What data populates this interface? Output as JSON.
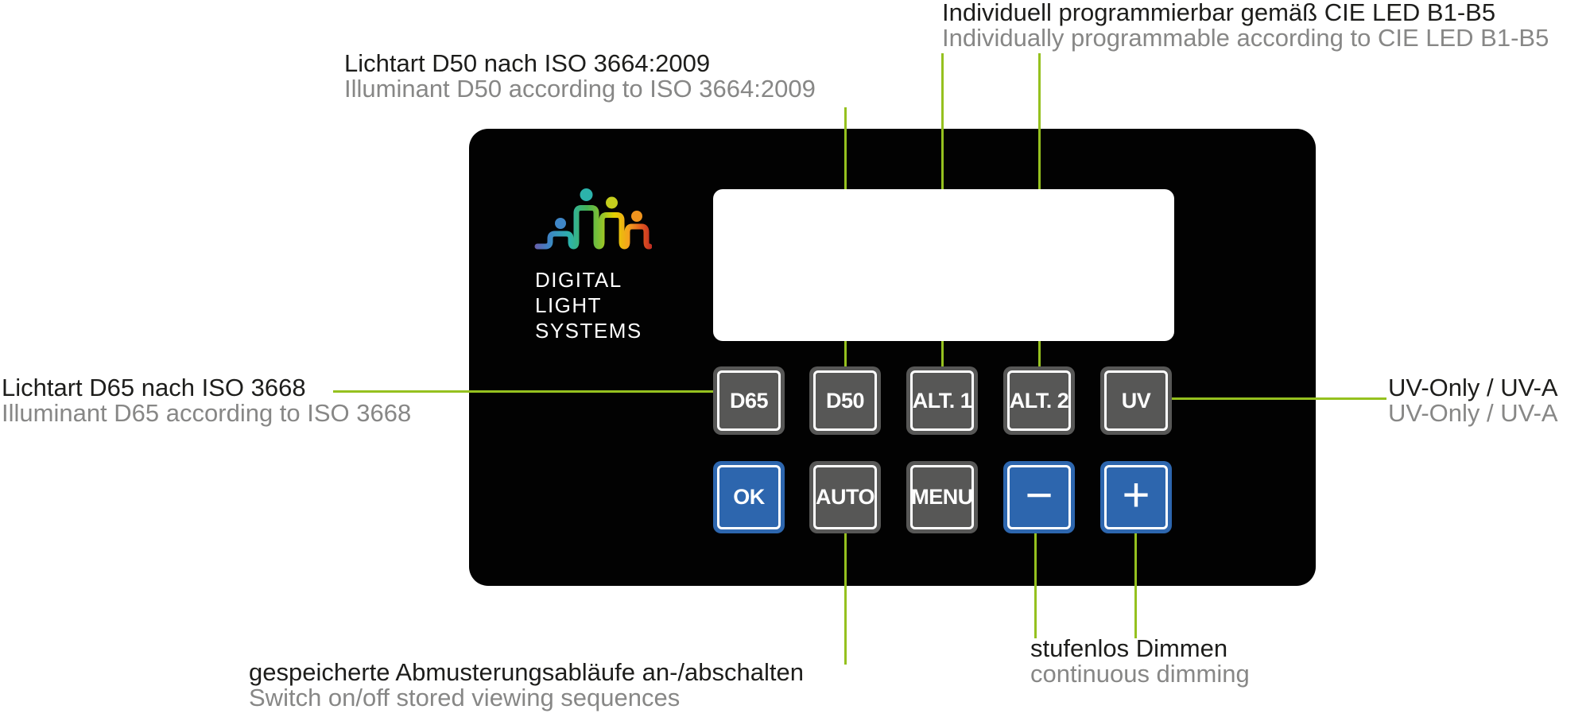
{
  "device": {
    "brand": [
      "DIGITAL",
      "LIGHT",
      "SYSTEMS"
    ],
    "rows": [
      {
        "buttons": [
          {
            "label": "D65",
            "style": "gray"
          },
          {
            "label": "D50",
            "style": "gray"
          },
          {
            "label": "ALT. 1",
            "style": "gray"
          },
          {
            "label": "ALT. 2",
            "style": "gray"
          },
          {
            "label": "UV",
            "style": "gray"
          }
        ]
      },
      {
        "buttons": [
          {
            "label": "OK",
            "style": "blue"
          },
          {
            "label": "AUTO",
            "style": "gray"
          },
          {
            "label": "MENU",
            "style": "gray"
          },
          {
            "label": "−",
            "style": "blue",
            "glyph": "minus"
          },
          {
            "label": "+",
            "style": "blue",
            "glyph": "plus"
          }
        ]
      }
    ]
  },
  "annotations": {
    "programmable": {
      "de": "Individuell programmierbar gemäß CIE LED B1-B5",
      "en": "Individually programmable according to CIE LED B1-B5"
    },
    "d50": {
      "de": "Lichtart D50 nach ISO 3664:2009",
      "en": "Illuminant D50 according to ISO 3664:2009"
    },
    "d65": {
      "de": "Lichtart D65 nach ISO 3668",
      "en": "Illuminant D65 according to ISO 3668"
    },
    "uv": {
      "de": "UV-Only / UV-A",
      "en": "UV-Only / UV-A"
    },
    "auto": {
      "de": "gespeicherte Abmusterungsabläufe an-/abschalten",
      "en": "Switch on/off stored viewing sequences"
    },
    "dimming": {
      "de": "stufenlos Dimmen",
      "en": "continuous dimming"
    }
  },
  "colors": {
    "connector_green": "#95c11f",
    "button_blue": "#2d66ae",
    "button_gray": "#575756",
    "panel_black": "#020202",
    "text_black": "#1d1d1b",
    "text_gray": "#878786"
  }
}
